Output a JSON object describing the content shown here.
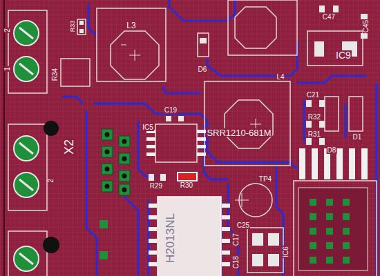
{
  "diagram": {
    "labels": [
      "R33",
      "2",
      "1",
      "R34",
      "L3",
      "D6",
      "C47",
      "C45",
      "IC9",
      "L4",
      "C21",
      "R32",
      "R31",
      "D8",
      "D1",
      "C19",
      "IC5",
      "SRR1210-681M",
      "X2",
      "2",
      "R29",
      "R30",
      "TP4",
      "C25",
      "C17",
      "C18",
      "IC6",
      "H2013NL"
    ]
  }
}
